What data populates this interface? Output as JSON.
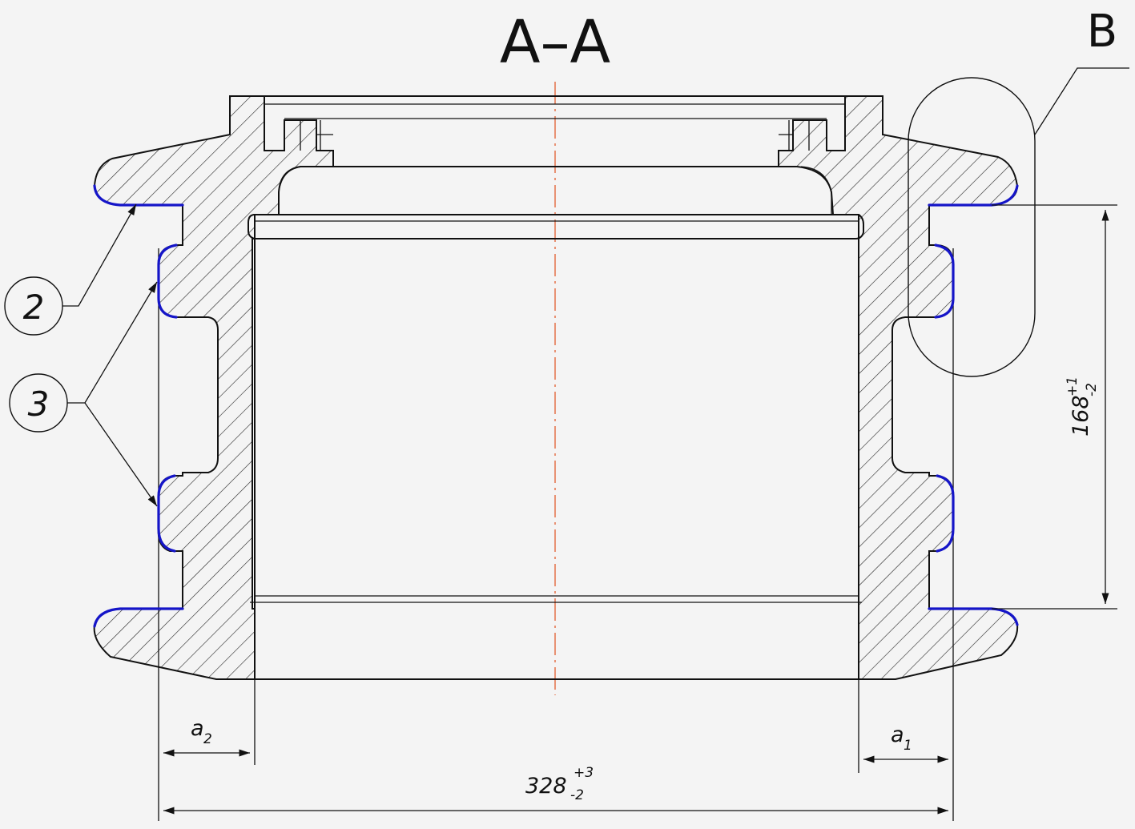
{
  "drawing": {
    "section_label": "A–A",
    "detail_label": "B",
    "callouts": [
      "2",
      "3"
    ],
    "dim_height": {
      "value": "168",
      "upper": "+1",
      "lower": "-2"
    },
    "dim_width": {
      "value": "328",
      "upper": "+3",
      "lower": "-2"
    },
    "dim_a2": {
      "letter": "a",
      "sub": "2"
    },
    "dim_a1": {
      "letter": "a",
      "sub": "1"
    },
    "colors": {
      "line": "#111111",
      "highlight": "#1515c8",
      "axis": "#e05020",
      "background": "#f4f4f4"
    }
  }
}
